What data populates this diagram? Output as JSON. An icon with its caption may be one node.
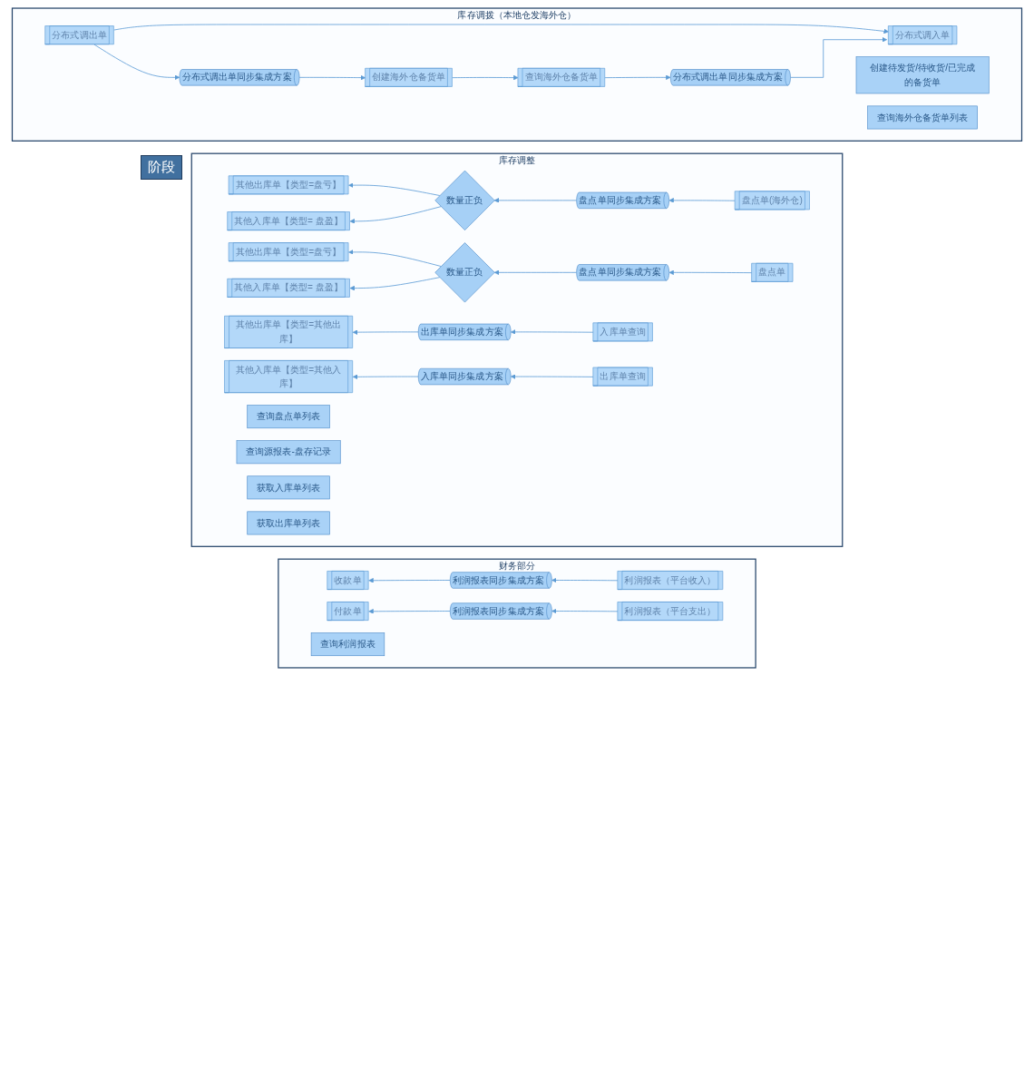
{
  "diagram": {
    "nodes": [
      {
        "text": [
          "库存调拨（本地仓发海外仓）"
        ]
      },
      {
        "text": [
          "分布式调出单"
        ],
        "in": 0
      },
      {
        "text": [
          "分布式调出单同步集成方案"
        ],
        "in": 0
      },
      {
        "text": [
          "创建海外仓备货单"
        ],
        "in": 0
      },
      {
        "text": [
          "创建待发货/待收货/已完成的备货单"
        ],
        "in": 0
      },
      {
        "text": [
          "分布式调入单"
        ],
        "in": 0
      },
      {
        "text": [
          "分布式调出单同步集成方案"
        ],
        "in": 0
      },
      {
        "text": [
          "查询海外仓备货单"
        ],
        "in": 0
      },
      {
        "text": [
          "查询海外仓备货单列表"
        ],
        "in": 0
      },
      {
        "text": [
          "库存调整"
        ]
      },
      {
        "text": [
          "其他出库单【类型=盘亏】"
        ],
        "in": 9
      },
      {
        "text": [
          "盘点单同步集成方案"
        ],
        "in": 9
      },
      {
        "text": [
          "盘点单(海外仓)"
        ],
        "in": 9
      },
      {
        "text": [
          "查询盘点单列表"
        ],
        "in": 9
      },
      {
        "text": [
          "其他入库单【类型= 盘盈】"
        ],
        "in": 9
      },
      {
        "text": [
          "数量正负"
        ],
        "in": 9
      },
      {
        "text": [
          "其他出库单【类型=盘亏】"
        ],
        "in": 9
      },
      {
        "text": [
          "盘点单同步集成方案"
        ],
        "in": 9
      },
      {
        "text": [
          "盘点单"
        ],
        "in": 9
      },
      {
        "text": [
          "查询源报表-盘存记录"
        ],
        "in": 9
      },
      {
        "text": [
          "其他入库单【类型= 盘盈】"
        ],
        "in": 9
      },
      {
        "text": [
          "数量正负"
        ],
        "in": 9
      },
      {
        "text": [
          "其他出库单【类型=其他出库】"
        ],
        "in": 9
      },
      {
        "text": [
          "出库单同步集成方案"
        ],
        "in": 9
      },
      {
        "text": [
          "入库单查询"
        ],
        "in": 9
      },
      {
        "text": [
          "获取入库单列表"
        ],
        "in": 9
      },
      {
        "text": [
          "其他入库单【类型=其他入库】"
        ],
        "in": 9
      },
      {
        "text": [
          "入库单同步集成方案"
        ],
        "in": 9
      },
      {
        "text": [
          "出库单查询"
        ],
        "in": 9
      },
      {
        "text": [
          "获取出库单列表"
        ],
        "in": 9
      },
      {
        "text": [
          "财务部分"
        ]
      },
      {
        "text": [
          "收款单"
        ],
        "in": 30
      },
      {
        "text": [
          "利润报表同步集成方案"
        ],
        "in": 30
      },
      {
        "text": [
          "利润报表（平台收入）"
        ],
        "in": 30
      },
      {
        "text": [
          "查询利润报表"
        ],
        "in": 30
      },
      {
        "text": [
          "付款单"
        ],
        "in": 30
      },
      {
        "text": [
          "利润报表同步集成方案"
        ],
        "in": 30
      },
      {
        "text": [
          "利润报表（平台支出）"
        ],
        "in": 30
      }
    ],
    "edges": [
      {
        "from": 1,
        "to": 2,
        "arrow": "to"
      },
      {
        "from": 2,
        "to": 3,
        "arrow": "to"
      },
      {
        "from": 1,
        "to": 5,
        "arrow": "to"
      },
      {
        "from": 3,
        "to": 7,
        "arrow": "to"
      },
      {
        "from": 7,
        "to": 6,
        "arrow": "to"
      },
      {
        "from": 6,
        "to": 5,
        "arrow": "to"
      },
      {
        "from": 12,
        "to": 11,
        "arrow": "to"
      },
      {
        "from": 11,
        "to": 15,
        "arrow": "to"
      },
      {
        "from": 15,
        "to": 10,
        "arrow": "to"
      },
      {
        "from": 15,
        "to": 14,
        "arrow": "to"
      },
      {
        "from": 18,
        "to": 17,
        "arrow": "to"
      },
      {
        "from": 17,
        "to": 21,
        "arrow": "to"
      },
      {
        "from": 21,
        "to": 16,
        "arrow": "to"
      },
      {
        "from": 21,
        "to": 20,
        "arrow": "to"
      },
      {
        "from": 24,
        "to": 23,
        "arrow": "to"
      },
      {
        "from": 23,
        "to": 22,
        "arrow": "to"
      },
      {
        "from": 28,
        "to": 27,
        "arrow": "to"
      },
      {
        "from": 27,
        "to": 26,
        "arrow": "to"
      },
      {
        "from": 33,
        "to": 32,
        "arrow": "to"
      },
      {
        "from": 32,
        "to": 31,
        "arrow": "to"
      },
      {
        "from": 37,
        "to": 36,
        "arrow": "to"
      },
      {
        "from": 36,
        "to": 35,
        "arrow": "to"
      }
    ],
    "labels": [
      "阶段"
    ]
  }
}
